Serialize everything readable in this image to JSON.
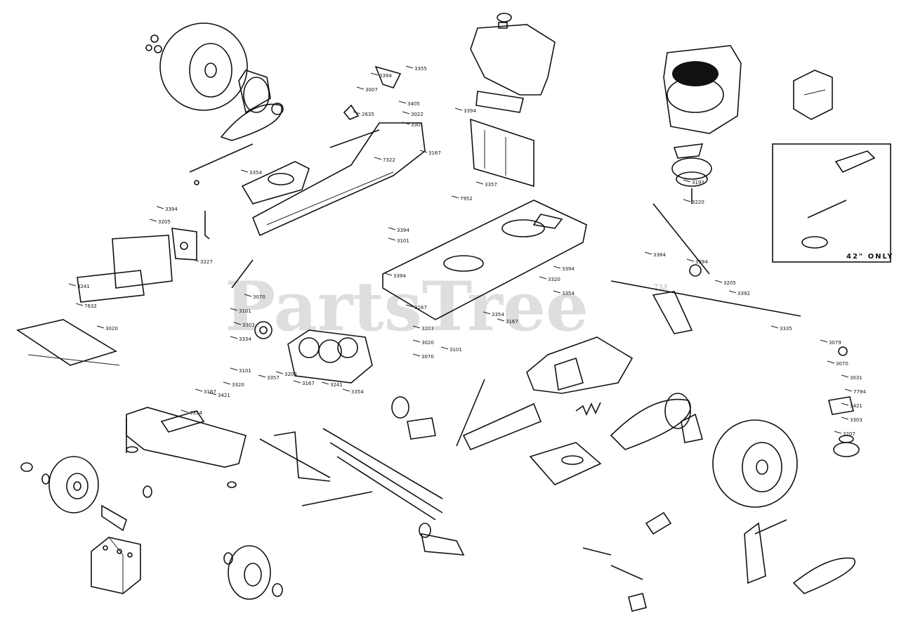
{
  "diagram": {
    "watermark": "PartsTree",
    "trademark": "TM",
    "inset_note": "42\" ONLY",
    "labels": [
      "3394",
      "3007",
      "3355",
      "2635",
      "3405",
      "3022",
      "3301",
      "3167",
      "7322",
      "3354",
      "3394",
      "3205",
      "3227",
      "3241",
      "7632",
      "3020",
      "3070",
      "3101",
      "3303",
      "3334",
      "3394",
      "3357",
      "7952",
      "3193",
      "3220",
      "3394",
      "3101",
      "3394",
      "3167",
      "3203",
      "3020",
      "3070",
      "3101",
      "3354",
      "3167",
      "3320",
      "3394",
      "3354",
      "3384",
      "3394",
      "3205",
      "3392",
      "3335",
      "3079",
      "3070",
      "3031",
      "7794",
      "3421",
      "3303",
      "3207",
      "3354",
      "3167",
      "3421",
      "3320",
      "3101",
      "3357",
      "3203",
      "3167",
      "3241",
      "3354"
    ]
  }
}
